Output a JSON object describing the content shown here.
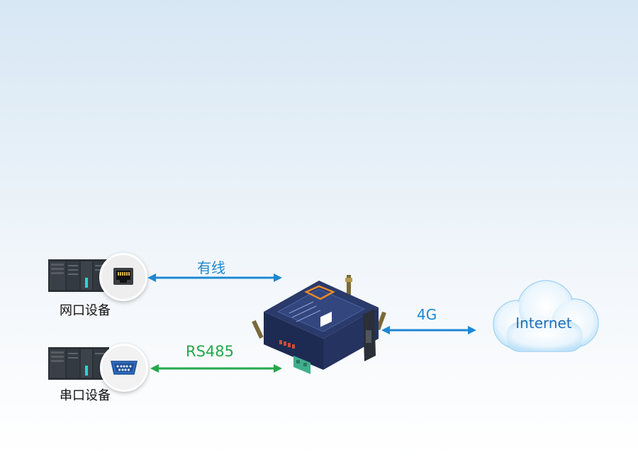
{
  "devices": {
    "ethernet": {
      "label": "网口设备",
      "icon": "ethernet-port-icon"
    },
    "serial": {
      "label": "串口设备",
      "icon": "db9-serial-port-icon"
    }
  },
  "links": {
    "wired": {
      "label": "有线",
      "color": "#1e88d2"
    },
    "rs485": {
      "label": "RS485",
      "color": "#23a84b"
    },
    "cellular": {
      "label": "4G",
      "color": "#1e88d2"
    }
  },
  "router": {
    "icon": "industrial-4g-router-icon"
  },
  "cloud": {
    "label": "Internet",
    "icon": "cloud-icon"
  }
}
